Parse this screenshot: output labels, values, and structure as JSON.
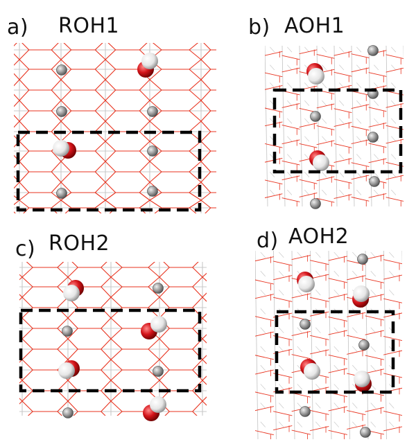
{
  "panels": [
    {
      "letter": "a)",
      "title": "ROH1",
      "kind": "rutile"
    },
    {
      "letter": "b)",
      "title": "AOH1",
      "kind": "anatase"
    },
    {
      "letter": "c)",
      "title": "ROH2",
      "kind": "rutile"
    },
    {
      "letter": "d)",
      "title": "AOH2",
      "kind": "anatase"
    }
  ],
  "colors": {
    "bond": "#e8321e",
    "grid": "#c8c8c8",
    "ti_atom": "#8f8f8f",
    "oxygen": "#d4141a",
    "hydrogen": "#f2f2f2",
    "cell_outline": "#000000"
  },
  "icons": {
    "ti_atom": "grey-sphere",
    "hydroxyl": "red-white-sphere-pair"
  }
}
